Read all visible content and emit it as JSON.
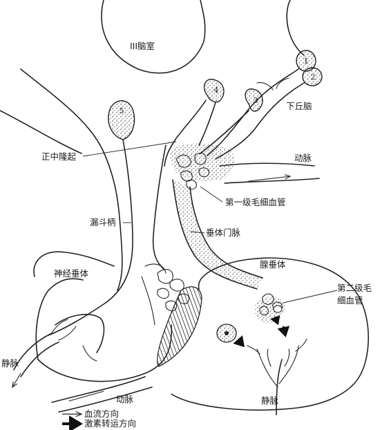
{
  "labels": {
    "third_ventricle": "III脑室",
    "hypothalamus": "下丘脑",
    "median_eminence": "正中隆起",
    "artery_top": "动脉",
    "primary_capillary": "第一级毛细血管",
    "infundibular_stalk": "漏斗柄",
    "portal_vein": "垂体门脉",
    "neurohypophysis": "神经垂体",
    "adenohypophysis": "腺垂体",
    "secondary_capillary_line1": "第二级毛",
    "secondary_capillary_line2": "细血管",
    "vein_left": "静脉",
    "artery_bottom": "动脉",
    "vein_right": "静脉"
  },
  "neurons": [
    "1",
    "2",
    "3",
    "4",
    "5"
  ],
  "legend": {
    "blood_flow": "血流方向",
    "hormone_transport": "激素转运方向"
  }
}
